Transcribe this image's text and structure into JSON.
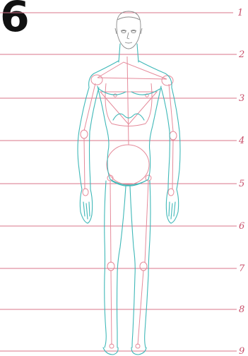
{
  "step": {
    "number": "6"
  },
  "proportion_marks": [
    "1",
    "2",
    "3",
    "4",
    "5",
    "6",
    "7",
    "8",
    "9"
  ],
  "colors": {
    "guide_line": "#d9748a",
    "construction": "#e58a9a",
    "contour": "#3fb8b8",
    "face": "#8a8a8a"
  }
}
